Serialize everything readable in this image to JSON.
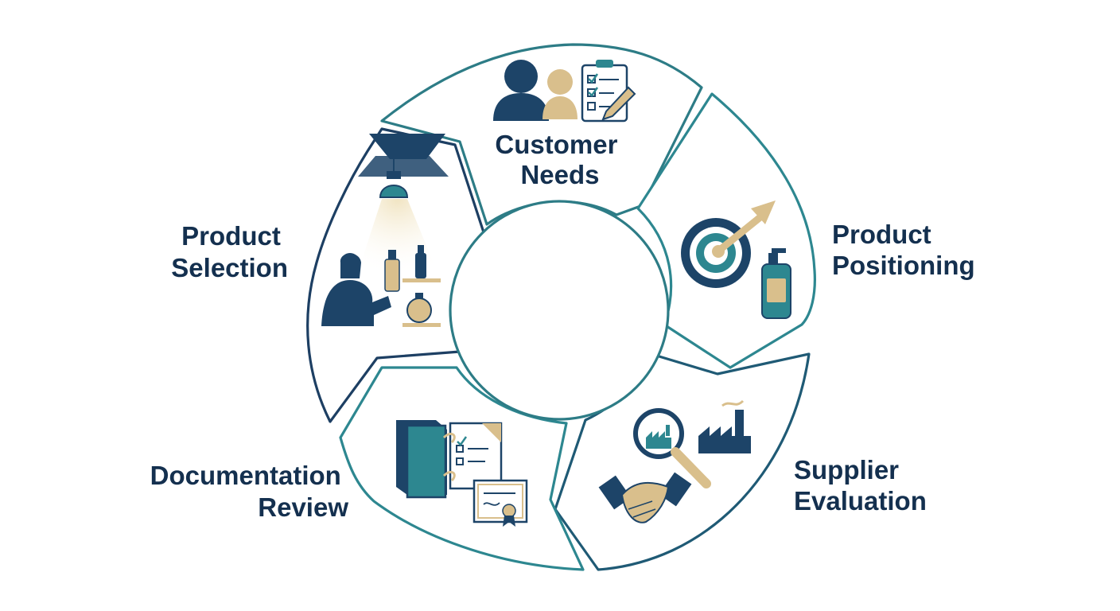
{
  "diagram": {
    "type": "cycle",
    "stages": [
      {
        "id": "customer-needs",
        "lines": [
          "Customer",
          "Needs"
        ],
        "icon": "customer-needs-icon"
      },
      {
        "id": "product-positioning",
        "lines": [
          "Product",
          "Positioning"
        ],
        "icon": "target-arrow-icon"
      },
      {
        "id": "supplier-evaluation",
        "lines": [
          "Supplier",
          "Evaluation"
        ],
        "icon": "supplier-handshake-icon"
      },
      {
        "id": "documentation-review",
        "lines": [
          "Documentation",
          "Review"
        ],
        "icon": "documentation-binder-icon"
      },
      {
        "id": "product-selection",
        "lines": [
          "Product",
          "Selection"
        ],
        "icon": "product-spotlight-icon"
      }
    ],
    "colors": {
      "navy": "#1d4468",
      "teal": "#2d8790",
      "tan": "#d9bf8c",
      "text": "#14304f",
      "outline": "#1f3f63"
    }
  }
}
